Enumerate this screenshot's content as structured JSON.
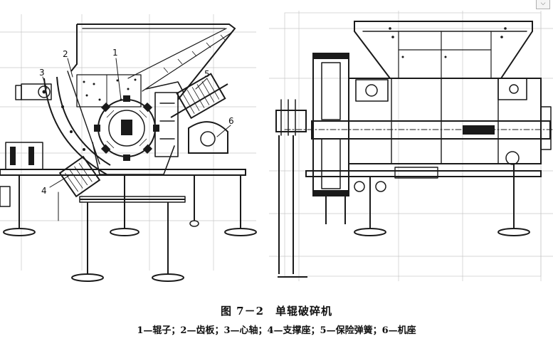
{
  "figure": {
    "caption_title": "图 7－2　单辊破碎机",
    "caption_legend": "1—辊子；2—齿板；3—心轴；4—支撑座；5—保险弹簧；6—机座"
  },
  "callouts": {
    "label_1": "1",
    "label_2": "2",
    "label_3": "3",
    "label_4": "4",
    "label_5": "5",
    "label_6": "6"
  },
  "ui": {
    "corner_icon": "chevron-down-icon"
  }
}
